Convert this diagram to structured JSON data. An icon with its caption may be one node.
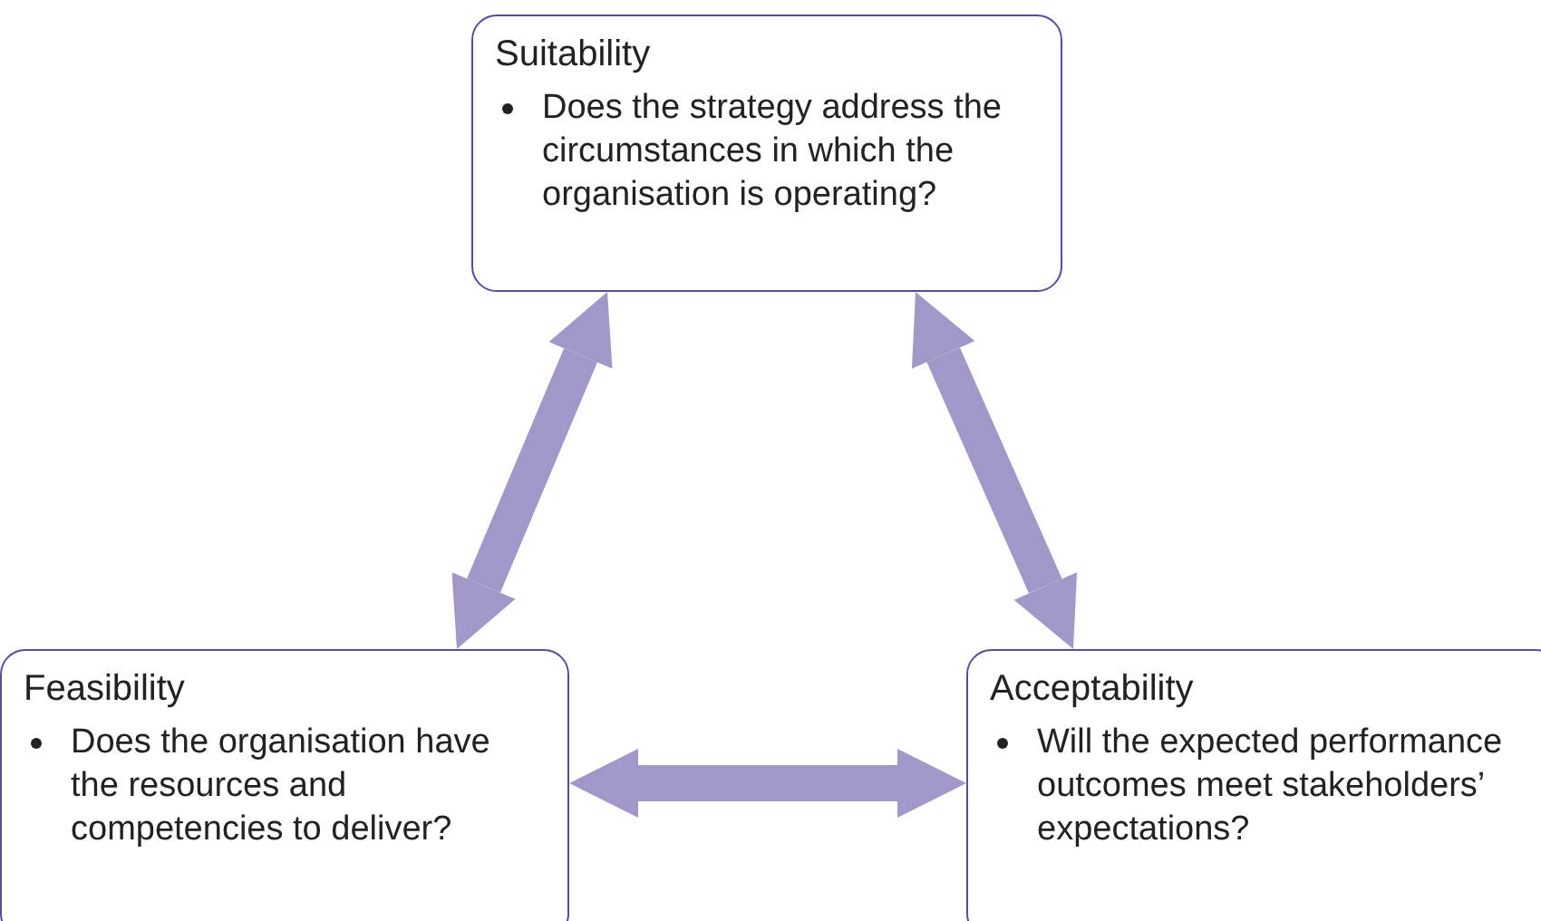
{
  "diagram": {
    "nodes": [
      {
        "text": [
          "Suitability",
          "Does the strategy address the circumstances in which the organisation is operating?"
        ]
      },
      {
        "text": [
          "Feasibility",
          "Does the organisation have the resources and competencies to deliver?"
        ]
      },
      {
        "text": [
          "Acceptability",
          "Will the expected performance outcomes meet stakeholders’ expectations?"
        ]
      }
    ],
    "edges": [
      {
        "from": 0,
        "to": 1,
        "arrow": "both"
      },
      {
        "from": 0,
        "to": 2,
        "arrow": "both"
      },
      {
        "from": 1,
        "to": 2,
        "arrow": "both"
      }
    ]
  }
}
